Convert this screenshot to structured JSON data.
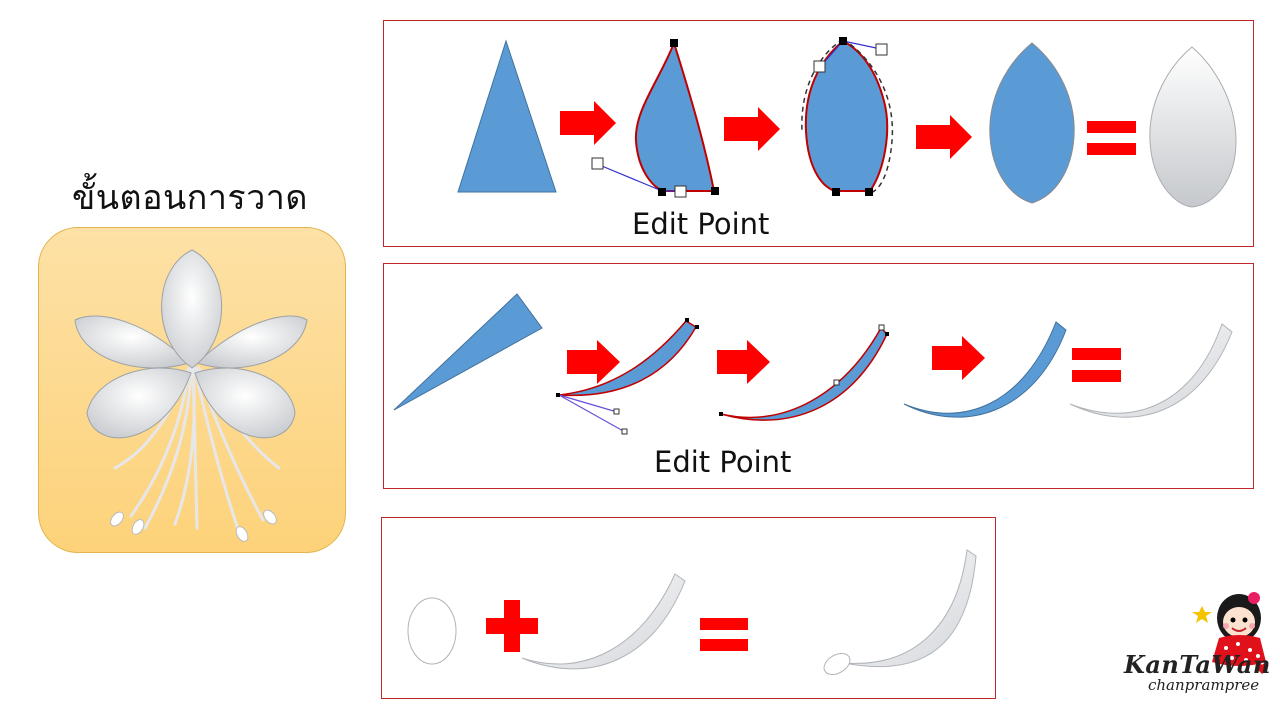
{
  "title": "ขั้นตอนการวาด",
  "steps": {
    "row1_label": "Edit Point",
    "row2_label": "Edit Point"
  },
  "logo": {
    "name": "KanTaWan",
    "sub": "chanprampree"
  },
  "colors": {
    "shape_blue": "#5b9bd5",
    "arrow_red": "#ff0000",
    "panel_border": "#c0272d",
    "card_fill": "#fdd987",
    "path_red": "#c00000",
    "handle_line": "#3333cc"
  },
  "icons": [
    "right-arrow-icon",
    "equals-icon",
    "plus-icon"
  ]
}
